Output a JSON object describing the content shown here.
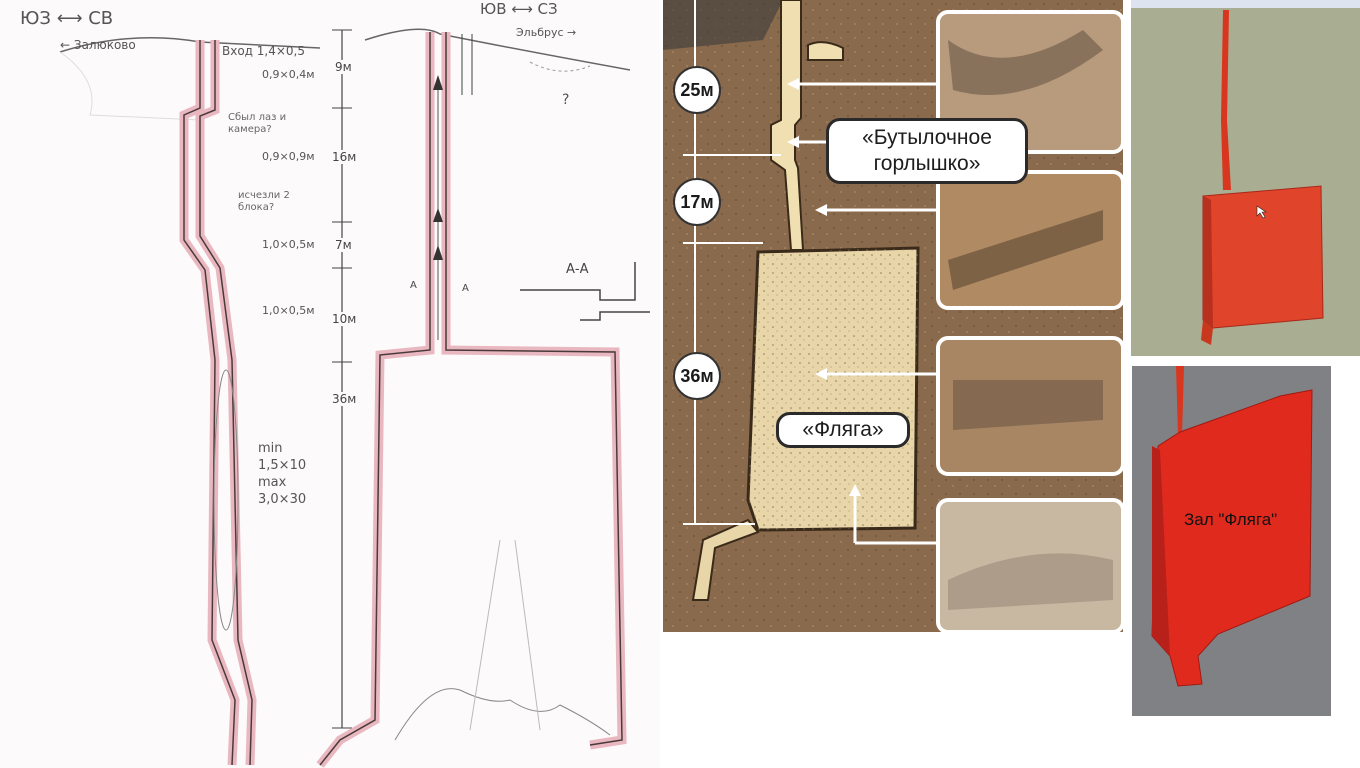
{
  "sketch": {
    "dir_left": "ЮЗ",
    "dir_left_to": "СВ",
    "place_left": "Залюково",
    "dir_right": "ЮВ",
    "dir_right_to": "СЗ",
    "place_right": "Эльбрус",
    "entry": "Вход 1,4×0,5",
    "dim_1": "0,9×0,4м",
    "note_1": "Сбыл лаз и камера?",
    "dim_2": "0,9×0,9м",
    "note_2": "исчезли 2 блока?",
    "dim_3": "1,0×0,5м",
    "dim_4": "1,0×0,5м",
    "size_block": "min 1,5×10 max 3,0×30",
    "depth_1": "9м",
    "depth_2": "16м",
    "depth_3": "7м",
    "depth_4": "10м",
    "depth_5": "36м",
    "section": "А-А",
    "mark_a1": "А",
    "mark_a2": "А",
    "question": "?"
  },
  "cave": {
    "depth_1": "25м",
    "depth_2": "17м",
    "depth_3": "36м",
    "bottleneck": "«Бутылочное горлышко»",
    "flask": "«Фляга»"
  },
  "render": {
    "hall_label": "Зал \"Фляга\""
  },
  "colors": {
    "soil": "#8a6a4c",
    "sand": "#e8d5a8",
    "red_model": "#e0442a",
    "sketch_line": "#c8707c"
  }
}
